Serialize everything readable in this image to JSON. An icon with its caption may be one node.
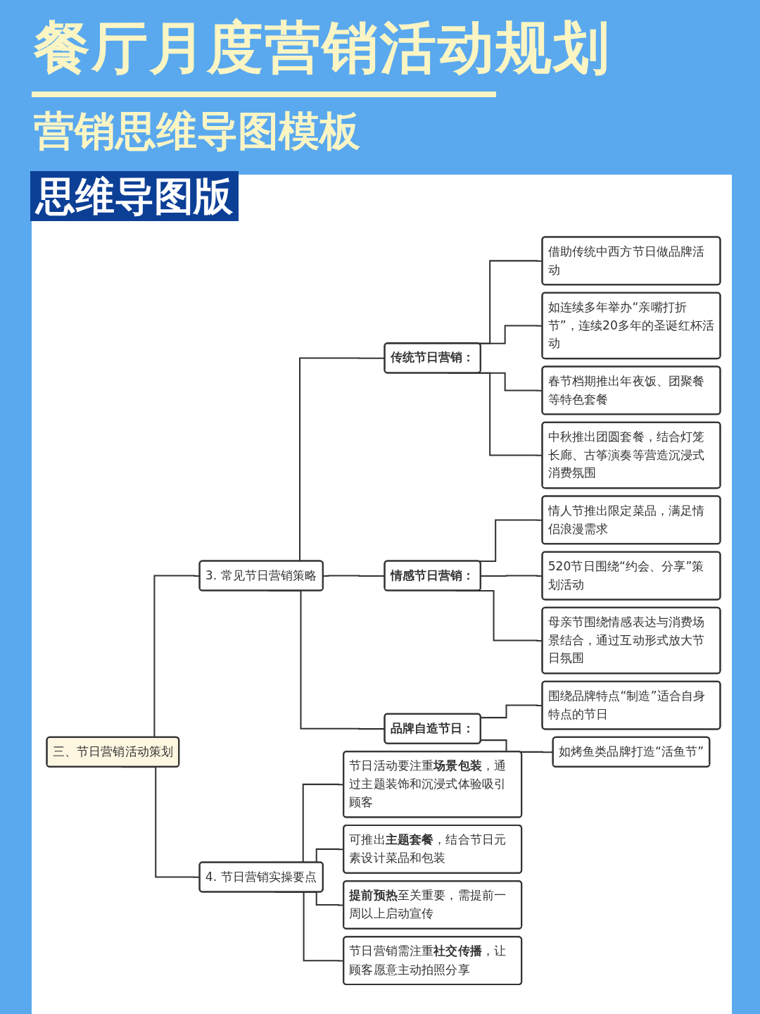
{
  "diagram": {
    "title": "餐厅月度营销活动规划",
    "nodes": [
      {
        "text": [
          "三、节日营销活动策划"
        ]
      },
      {
        "text": [
          "3. 常见节日营销策略"
        ]
      },
      {
        "text": [
          "传统节日营销："
        ]
      },
      {
        "text": [
          "借助传统中西方节日做品牌活动"
        ]
      },
      {
        "text": [
          "如连续多年举办“亲嘴打折节”，连续20多年的圣诞红杯活动"
        ]
      },
      {
        "text": [
          "春节档期推出年夜饭、团聚餐等特色套餐"
        ]
      },
      {
        "text": [
          "中秋推出团圆套餐，结合灯笼长廊、古筝演奏等营造沉浸式消费氛围"
        ]
      },
      {
        "text": [
          "情感节日营销："
        ]
      },
      {
        "text": [
          "情人节推出限定菜品，满足情侣浪漫需求"
        ]
      },
      {
        "text": [
          "520节日围绕“约会、分享”策划活动"
        ]
      },
      {
        "text": [
          "母亲节围绕情感表达与消费场景结合，通过互动形式放大节日氛围"
        ]
      },
      {
        "text": [
          "品牌自造节日："
        ]
      },
      {
        "text": [
          "围绕品牌特点“制造”适合自身特点的节日"
        ]
      },
      {
        "text": [
          "如烤鱼类品牌打造“活鱼节”"
        ]
      },
      {
        "text": [
          "4. 节日营销实操要点"
        ]
      },
      {
        "text": [
          "节日活动要注重**场景包装**，通过主题装饰和沉浸式体验吸引顾客"
        ]
      },
      {
        "text": [
          "可推出**主题套餐**，结合节日元素设计菜品和包装"
        ]
      },
      {
        "text": [
          "**提前预热**至关重要，需提前一周以上启动宣传"
        ]
      },
      {
        "text": [
          "节日营销需注重**社交传播**，让顾客愿意主动拍照分享"
        ]
      }
    ],
    "edges": [
      {
        "from": 0,
        "to": 1,
        "arrow": "none"
      },
      {
        "from": 1,
        "to": 2,
        "arrow": "none"
      },
      {
        "from": 2,
        "to": 3,
        "arrow": "none"
      },
      {
        "from": 2,
        "to": 4,
        "arrow": "none"
      },
      {
        "from": 2,
        "to": 5,
        "arrow": "none"
      },
      {
        "from": 2,
        "to": 6,
        "arrow": "none"
      },
      {
        "from": 1,
        "to": 7,
        "arrow": "none"
      },
      {
        "from": 7,
        "to": 8,
        "arrow": "none"
      },
      {
        "from": 7,
        "to": 9,
        "arrow": "none"
      },
      {
        "from": 7,
        "to": 10,
        "arrow": "none"
      },
      {
        "from": 1,
        "to": 11,
        "arrow": "none"
      },
      {
        "from": 11,
        "to": 12,
        "arrow": "none"
      },
      {
        "from": 11,
        "to": 13,
        "arrow": "none"
      },
      {
        "from": 0,
        "to": 14,
        "arrow": "none"
      },
      {
        "from": 14,
        "to": 15,
        "arrow": "none"
      },
      {
        "from": 14,
        "to": 16,
        "arrow": "none"
      },
      {
        "from": 14,
        "to": 17,
        "arrow": "none"
      },
      {
        "from": 14,
        "to": 18,
        "arrow": "none"
      }
    ],
    "labels": [
      "营销思维导图模板",
      "思维导图版"
    ]
  }
}
